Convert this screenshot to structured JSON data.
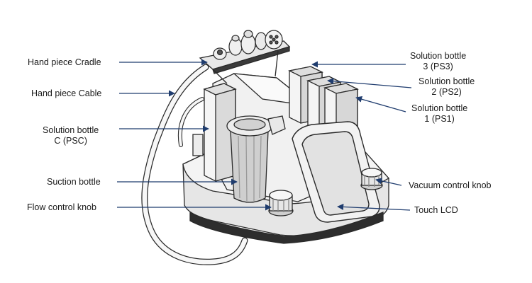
{
  "labels": {
    "handpiece_cradle": "Hand piece Cradle",
    "handpiece_cable": "Hand piece Cable",
    "solution_c_line1": "Solution bottle",
    "solution_c_line2": "C (PSC)",
    "suction_bottle": "Suction bottle",
    "flow_knob": "Flow control knob",
    "ps3_line1": "Solution bottle",
    "ps3_line2": "3 (PS3)",
    "ps2_line1": "Solution bottle",
    "ps2_line2": "2 (PS2)",
    "ps1_line1": "Solution bottle",
    "ps1_line2": "1 (PS1)",
    "vacuum_knob": "Vacuum control knob",
    "touch_lcd": "Touch LCD"
  },
  "colors": {
    "leader_line": "#1f3c6e",
    "outline": "#2a2a2a",
    "body_fill": "#f2f2f2",
    "shade_fill": "#d9d9d9",
    "dark_fill": "#555555"
  }
}
